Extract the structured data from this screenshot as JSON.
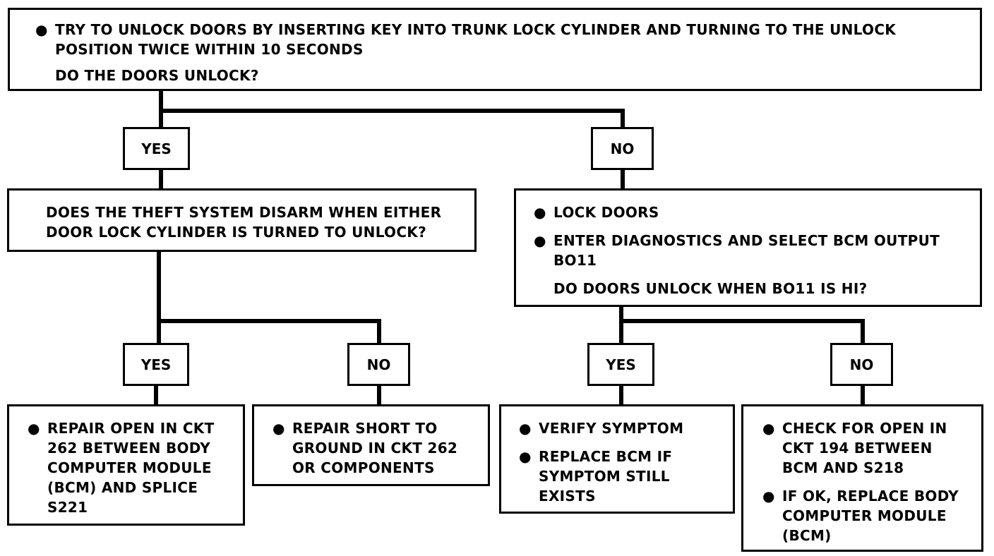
{
  "start": {
    "bullet": "TRY TO UNLOCK DOORS BY INSERTING KEY INTO TRUNK LOCK CYLINDER AND TURNING TO THE UNLOCK POSITION TWICE WITHIN 10 SECONDS",
    "question": "DO THE DOORS UNLOCK?"
  },
  "labels": {
    "yes": "YES",
    "no": "NO"
  },
  "theft_check": {
    "question": "DOES THE THEFT SYSTEM DISARM WHEN EITHER DOOR LOCK CYLINDER IS TURNED TO UNLOCK?"
  },
  "bcm_check": {
    "step1": "LOCK DOORS",
    "step2": "ENTER DIAGNOSTICS AND SELECT BCM OUTPUT BO11",
    "question": "DO DOORS UNLOCK WHEN BO11 IS HI?"
  },
  "results": {
    "repair_open": "REPAIR OPEN IN CKT 262 BETWEEN BODY COMPUTER MODULE (BCM) AND SPLICE S221",
    "repair_short": "REPAIR SHORT TO GROUND IN CKT 262 OR COMPONENTS",
    "verify": "VERIFY SYMPTOM",
    "replace_bcm": "REPLACE BCM IF SYMPTOM STILL EXISTS",
    "check_open": "CHECK FOR OPEN IN CKT 194 BETWEEN BCM AND S218",
    "if_ok": "IF OK, REPLACE BODY COMPUTER MODULE (BCM)"
  },
  "bullet_glyph": "●"
}
